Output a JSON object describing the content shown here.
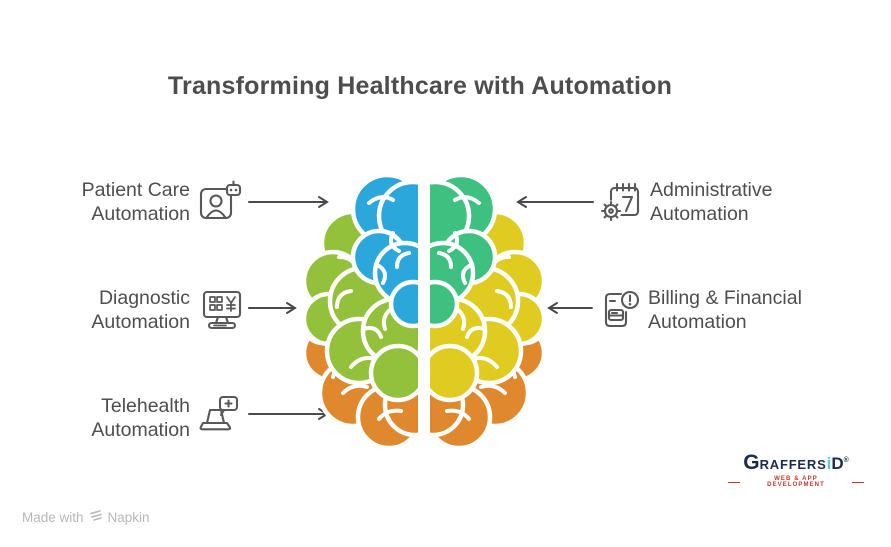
{
  "title": "Transforming Healthcare with Automation",
  "left_items": [
    {
      "line1": "Patient Care",
      "line2": "Automation",
      "icon": "patient-care-robot"
    },
    {
      "line1": "Diagnostic",
      "line2": "Automation",
      "icon": "diagnostic-monitor"
    },
    {
      "line1": "Telehealth",
      "line2": "Automation",
      "icon": "telehealth-laptop-chat"
    }
  ],
  "right_items": [
    {
      "line1": "Administrative",
      "line2": "Automation",
      "icon": "calendar-gear"
    },
    {
      "line1": "Billing & Financial",
      "line2": "Automation",
      "icon": "invoice-alert"
    }
  ],
  "brain": {
    "colors": {
      "left_top": "#2ba7dc",
      "left_middle": "#93c13c",
      "left_bottom": "#e0882d",
      "right_top": "#3dc080",
      "right_middle": "#e0cc20",
      "right_bottom": "#e0882d"
    }
  },
  "footer": {
    "made_with": "Made with",
    "brand": "Napkin"
  },
  "logo": {
    "g": "G",
    "raffers": "RAFFERS",
    "i": "i",
    "d": "D",
    "reg": "®",
    "tagline": "WEB & APP DEVELOPMENT"
  }
}
